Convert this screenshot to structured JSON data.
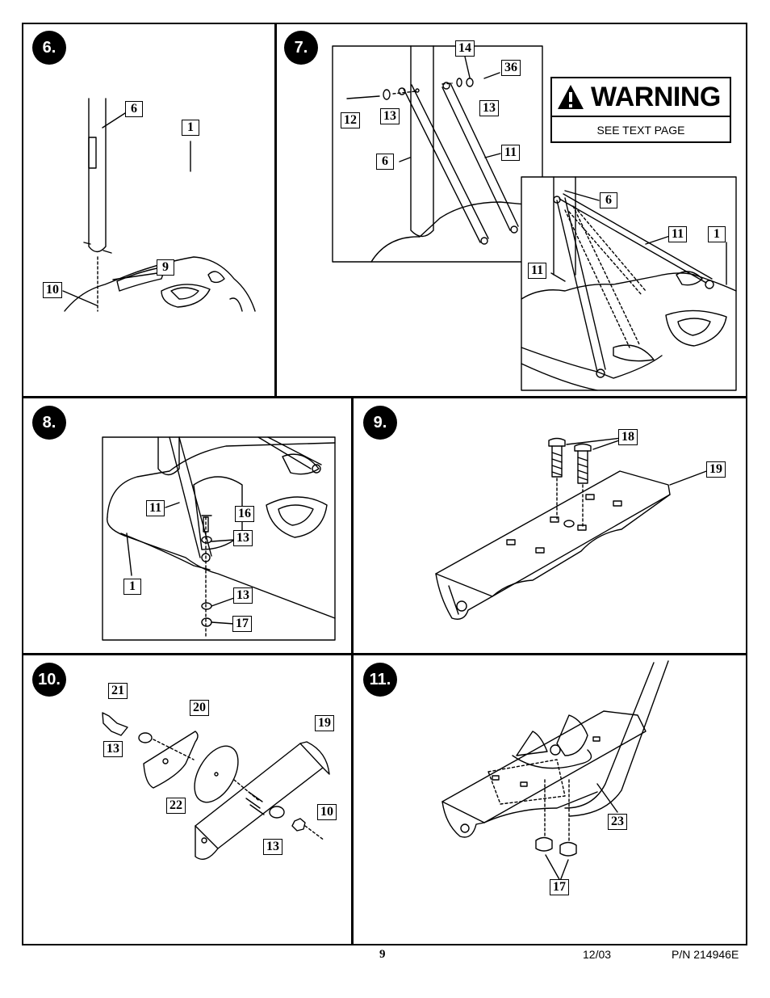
{
  "steps": {
    "s6": "6.",
    "s7": "7.",
    "s8": "8.",
    "s9": "9.",
    "s10": "10.",
    "s11": "11."
  },
  "panel6": {
    "labels": [
      "6",
      "1",
      "9",
      "10"
    ]
  },
  "panel7": {
    "labels": [
      "14",
      "36",
      "13",
      "12",
      "13",
      "11",
      "6",
      "6",
      "11",
      "1",
      "11"
    ]
  },
  "warning": {
    "title": "WARNING",
    "subtitle": "SEE TEXT PAGE",
    "icon": "warning-triangle-icon"
  },
  "panel8": {
    "labels": [
      "11",
      "16",
      "13",
      "1",
      "13",
      "17"
    ]
  },
  "panel9": {
    "labels": [
      "18",
      "19"
    ]
  },
  "panel10": {
    "labels": [
      "21",
      "20",
      "19",
      "13",
      "22",
      "10",
      "13"
    ]
  },
  "panel11": {
    "labels": [
      "23",
      "17"
    ]
  },
  "footer": {
    "page_number": "9",
    "date": "12/03",
    "part_number": "P/N 214946E"
  }
}
